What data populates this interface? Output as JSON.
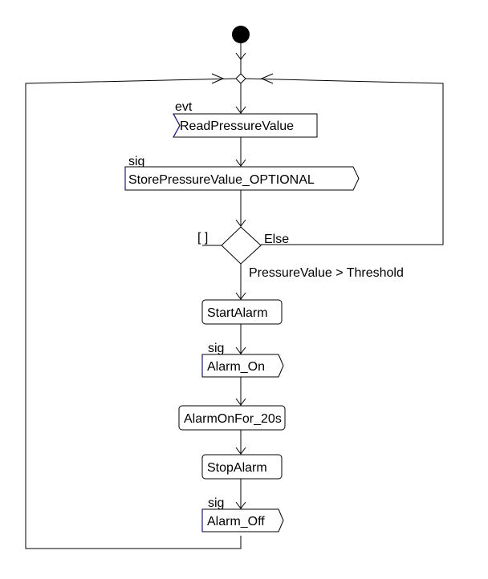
{
  "diagram": {
    "accept_event_stereotype": "evt",
    "accept_event_label": "ReadPressureValue",
    "store_signal_stereotype": "sig",
    "store_signal_label": "StorePressureValue_OPTIONAL",
    "decision_guard_left": "[ ]",
    "decision_else_label": "Else",
    "decision_condition_label": "PressureValue > Threshold",
    "start_alarm_label": "StartAlarm",
    "alarm_on_stereotype": "sig",
    "alarm_on_label": "Alarm_On",
    "alarm_timer_label": "AlarmOnFor_20s",
    "stop_alarm_label": "StopAlarm",
    "alarm_off_stereotype": "sig",
    "alarm_off_label": "Alarm_Off"
  }
}
